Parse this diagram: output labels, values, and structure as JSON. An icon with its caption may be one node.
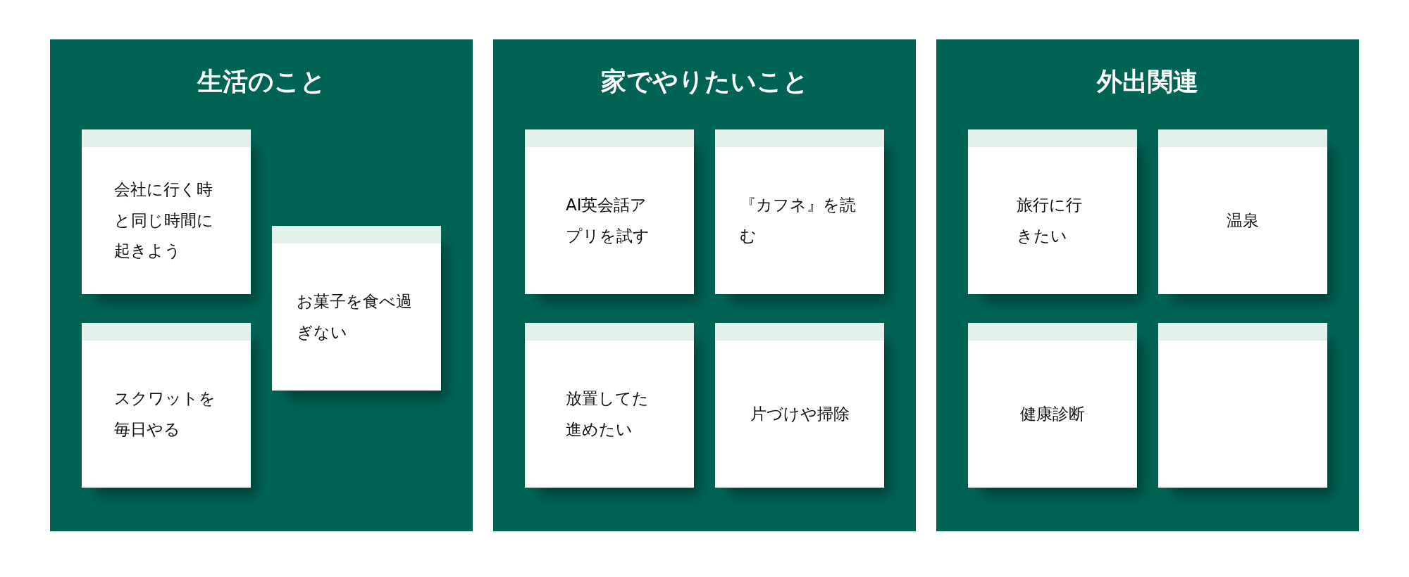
{
  "diagram": {
    "nodes": [
      {
        "text": [
          "生活のこと"
        ]
      },
      {
        "text": [
          "会社に行く時と同じ時間に起きよう"
        ],
        "in": 0
      },
      {
        "text": [
          "スクワットを毎日やる"
        ],
        "in": 0
      },
      {
        "text": [
          "お菓子を食べ過ぎない"
        ],
        "in": 0
      },
      {
        "text": [
          "家でやりたいこと"
        ]
      },
      {
        "text": [
          "AI英会話アプリを試す"
        ],
        "in": 4
      },
      {
        "text": [
          "『カフネ』を読む"
        ],
        "in": 4
      },
      {
        "text": [
          "放置してた進めたい"
        ],
        "in": 4
      },
      {
        "text": [
          "片づけや掃除"
        ],
        "in": 4
      },
      {
        "text": [
          "外出関連"
        ]
      },
      {
        "text": [
          "旅行に行きたい"
        ],
        "in": 9
      },
      {
        "text": [
          "温泉"
        ],
        "in": 9
      },
      {
        "text": [
          "健康診断"
        ],
        "in": 9
      },
      {
        "text": [],
        "shape": "box",
        "in": 9
      }
    ]
  }
}
